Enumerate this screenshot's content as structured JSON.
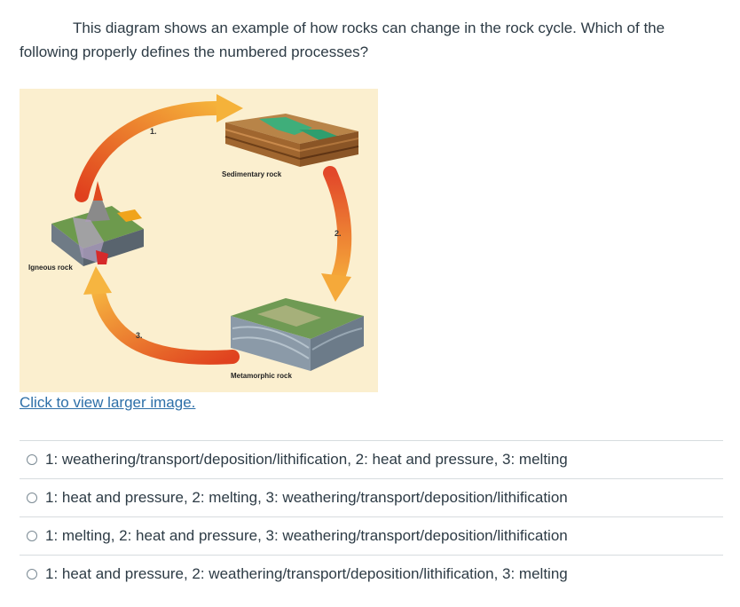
{
  "question": {
    "text": "This diagram shows an example of how rocks can change in the rock cycle. Which of the following properly defines the numbered processes?"
  },
  "figure": {
    "labels": {
      "sedimentary": "Sedimentary rock",
      "igneous": "Igneous rock",
      "metamorphic": "Metamorphic rock"
    },
    "numbers": {
      "n1": "1.",
      "n2": "2.",
      "n3": "3."
    }
  },
  "link": {
    "text": "Click to view larger image."
  },
  "answers": [
    {
      "label": "1: weathering/transport/deposition/lithification, 2: heat and pressure, 3: melting"
    },
    {
      "label": "1: heat and pressure, 2: melting, 3: weathering/transport/deposition/lithification"
    },
    {
      "label": "1: melting, 2: heat and pressure, 3: weathering/transport/deposition/lithification"
    },
    {
      "label": "1: heat and pressure, 2: weathering/transport/deposition/lithification, 3: melting"
    }
  ]
}
